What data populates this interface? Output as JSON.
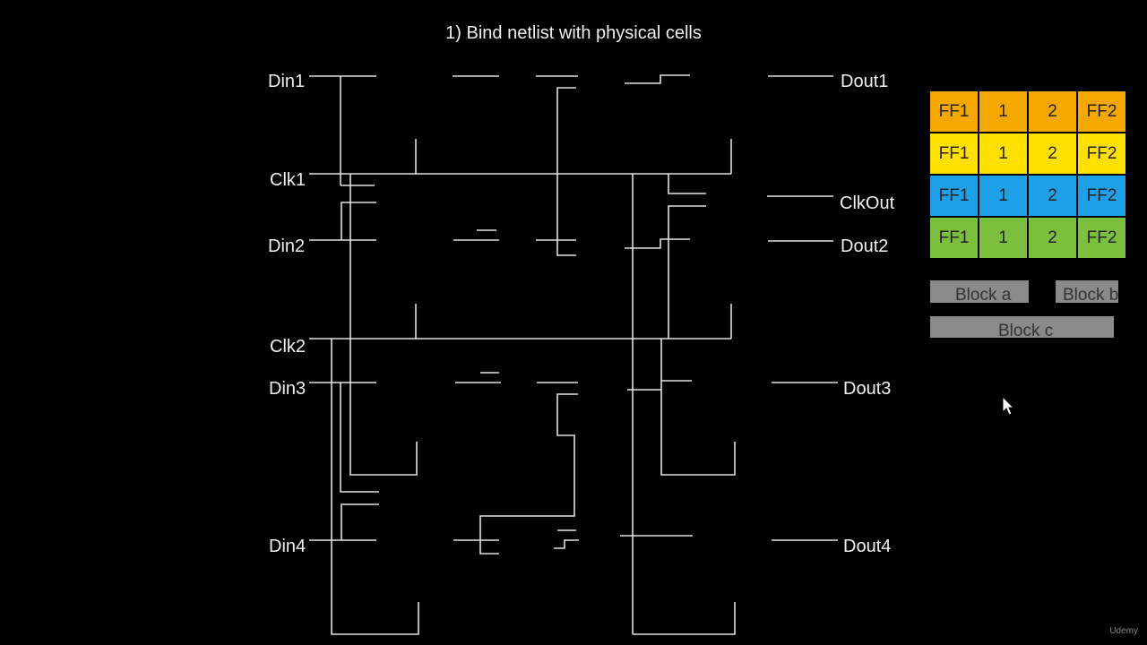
{
  "title": "1) Bind netlist with physical cells",
  "pins": {
    "din1": "Din1",
    "clk1": "Clk1",
    "din2": "Din2",
    "clk2": "Clk2",
    "din3": "Din3",
    "din4": "Din4",
    "dout1": "Dout1",
    "clkout": "ClkOut",
    "dout2": "Dout2",
    "dout3": "Dout3",
    "dout4": "Dout4"
  },
  "legend": {
    "rows": [
      {
        "color": "#f5a800",
        "cells": [
          "FF1",
          "1",
          "2",
          "FF2"
        ]
      },
      {
        "color": "#ffe000",
        "cells": [
          "FF1",
          "1",
          "2",
          "FF2"
        ]
      },
      {
        "color": "#1ea0e8",
        "cells": [
          "FF1",
          "1",
          "2",
          "FF2"
        ]
      },
      {
        "color": "#7cbf3f",
        "cells": [
          "FF1",
          "1",
          "2",
          "FF2"
        ]
      }
    ]
  },
  "blocks": {
    "a": "Block a",
    "b": "Block b",
    "c": "Block c"
  },
  "watermark": "Udemy"
}
